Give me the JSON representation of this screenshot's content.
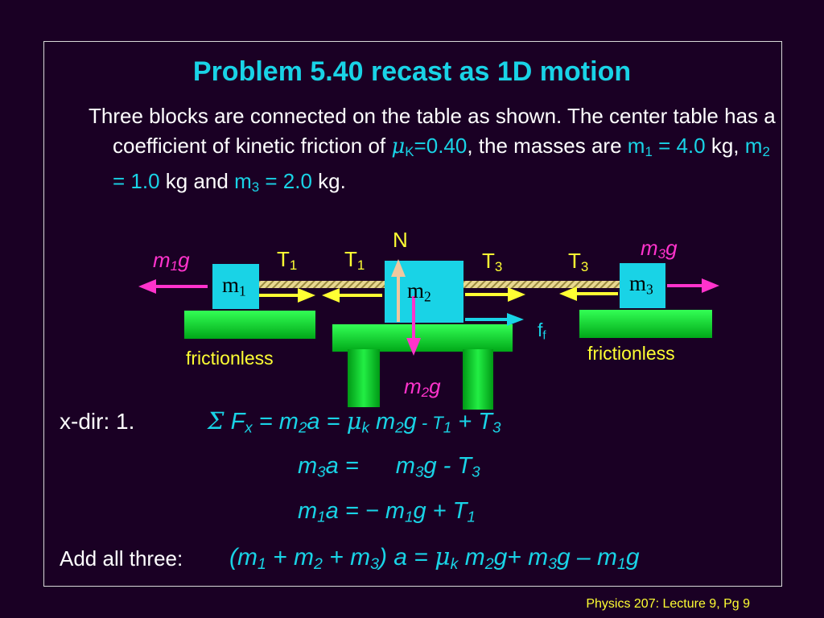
{
  "slide": {
    "title": "Problem 5.40 recast as 1D motion",
    "intro": {
      "line_a": "Three blocks are connected on the table as shown. The center table has a coefficient of kinetic friction of ",
      "mu_symbol": "μ",
      "mu_sub": "K",
      "mu_value": "=0.40",
      "masses_text": ", the masses are ",
      "m1_label": "m",
      "m1_sub": "1",
      "m1_val": " = 4.0",
      "kg1": " kg, ",
      "m2_label": "m",
      "m2_sub": "2",
      "m2_val": " = 1.0",
      "kg2": " kg and ",
      "m3_label": "m",
      "m3_sub": "3",
      "m3_val": " = 2.0",
      "kg3": " kg."
    },
    "footer": "Physics 207: Lecture 9, Pg 9"
  },
  "diagram": {
    "label_N": "N",
    "m1g": {
      "base": "m",
      "sub": "1",
      "tail": "g"
    },
    "m2g": {
      "base": "m",
      "sub": "2",
      "tail": "g"
    },
    "m3g": {
      "base": "m",
      "sub": "3",
      "tail": "g"
    },
    "T1": {
      "base": "T",
      "sub": "1"
    },
    "T3": {
      "base": "T",
      "sub": "3"
    },
    "ff": {
      "base": "f",
      "sub": "f"
    },
    "frictionless": "frictionless",
    "block1": {
      "base": "m",
      "sub": "1"
    },
    "block2": {
      "base": "m",
      "sub": "2"
    },
    "block3": {
      "base": "m",
      "sub": "3"
    },
    "colors": {
      "block": "#19d3e6",
      "table": "#00cc22",
      "rope": "#e8d890",
      "yellow_arrow": "#ffff33",
      "magenta_arrow": "#ff33cc",
      "normal_arrow": "#f0c8a0",
      "friction_arrow": "#19d3e6"
    }
  },
  "equations": {
    "eq1_prefix": "x-dir:  1.",
    "eq1": {
      "sigma": "Σ",
      "F": " F",
      "F_sub": "x",
      "eq": " = m",
      "m2_sub": "2",
      "a": "a = ",
      "mu": "μ",
      "mu_sub": "k",
      "m2g": " m",
      "m2g_sub": "2",
      "g": "g",
      "minusT1": "  - T",
      "T1_sub": "1",
      "plusT3": " + T",
      "T3_sub": "3"
    },
    "eq2": {
      "lhs": "m",
      "lhs_sub": "3",
      "a": "a =",
      "m": "m",
      "m_sub": "3",
      "g": "g",
      "minusT": "  - T",
      "T_sub": "3"
    },
    "eq3": {
      "lhs": "m",
      "lhs_sub": "1",
      "a": "a = ",
      "minus": "− m",
      "m_sub": "1",
      "g": "g",
      "plusT": "  + T",
      "T_sub": "1"
    },
    "sum_prefix": "Add all three: ",
    "sum": {
      "open": "(m",
      "s1": "1",
      "p1": " + m",
      "s2": "2",
      "p2": " + m",
      "s3": "3",
      "close": ") a = ",
      "mu": "μ",
      "mu_sub": "k",
      "t1": " m",
      "t1s": "2",
      "t1g": "g+ m",
      "t2s": "3",
      "t2g": "g – m",
      "t3s": "1",
      "t3g": "g"
    }
  }
}
